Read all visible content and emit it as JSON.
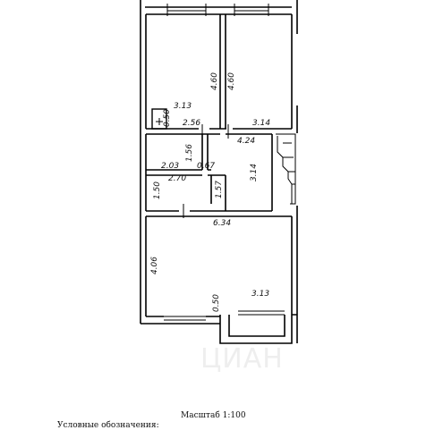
{
  "plan": {
    "dimensions": {
      "d_460_left": "4.60",
      "d_460_right": "4.60",
      "d_313_top": "3.13",
      "d_050_top": "0.50",
      "d_256": "2.56",
      "d_314_right": "3.14",
      "d_424": "4.24",
      "d_156": "1.56",
      "d_203": "2.03",
      "d_067": "0.67",
      "d_270": "2.70",
      "d_314_vertical": "3.14",
      "d_150": "1.50",
      "d_157": "1.57",
      "d_634": "6.34",
      "d_406": "4.06",
      "d_050_bottom": "0.50",
      "d_313_bottom": "3.13"
    },
    "scale_label": "Масштаб 1:100",
    "legend_label": "Условные обозначения:",
    "watermark": "ЦИАН"
  }
}
